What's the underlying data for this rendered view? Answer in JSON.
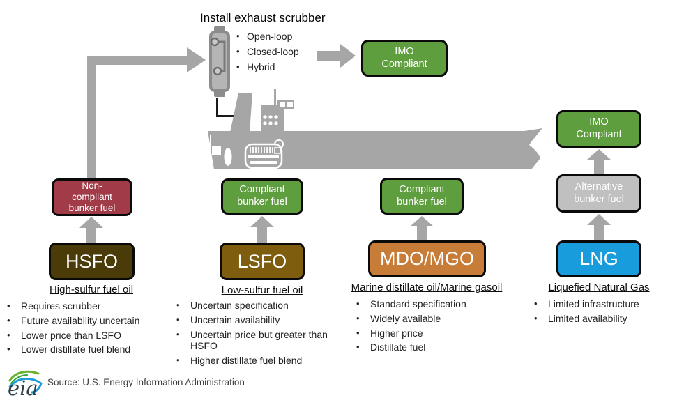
{
  "diagram": {
    "scrubber": {
      "title": "Install exhaust scrubber",
      "options": [
        "Open-loop",
        "Closed-loop",
        "Hybrid"
      ],
      "result": "IMO Compliant"
    },
    "columns": [
      {
        "code": "HSFO",
        "status": "Non-compliant bunker fuel",
        "name": "High-sulfur fuel oil",
        "bullets": [
          "Requires scrubber",
          "Future availability uncertain",
          "Lower price than LSFO",
          "Lower distillate fuel blend"
        ]
      },
      {
        "code": "LSFO",
        "status": "Compliant bunker fuel",
        "name": "Low-sulfur fuel oil",
        "bullets": [
          "Uncertain specification",
          "Uncertain availability",
          "Uncertain price but greater than HSFO",
          "Higher distillate fuel blend"
        ]
      },
      {
        "code": "MDO/MGO",
        "status": "Compliant bunker fuel",
        "name": "Marine distillate oil/Marine gasoil",
        "bullets": [
          "Standard specification",
          "Widely available",
          "Higher price",
          "Distillate fuel"
        ]
      },
      {
        "code": "LNG",
        "status": "Alternative bunker fuel",
        "result": "IMO Compliant",
        "name": "Liquefied Natural Gas",
        "bullets": [
          "Limited infrastructure",
          "Limited availability"
        ]
      }
    ],
    "colors": {
      "compliant_green": "#5f9e3e",
      "noncompliant_red": "#a23b48",
      "hsfo_olive": "#4a3b09",
      "lsfo_brown": "#7e5e0e",
      "mdo_orange": "#c77d38",
      "lng_blue": "#189cdb",
      "alternative_gray": "#c0c0c0",
      "arrow_ship_gray": "#a6a6a6"
    },
    "footer": {
      "logo": "eia",
      "source": "Source: U.S. Energy Information Administration"
    }
  }
}
